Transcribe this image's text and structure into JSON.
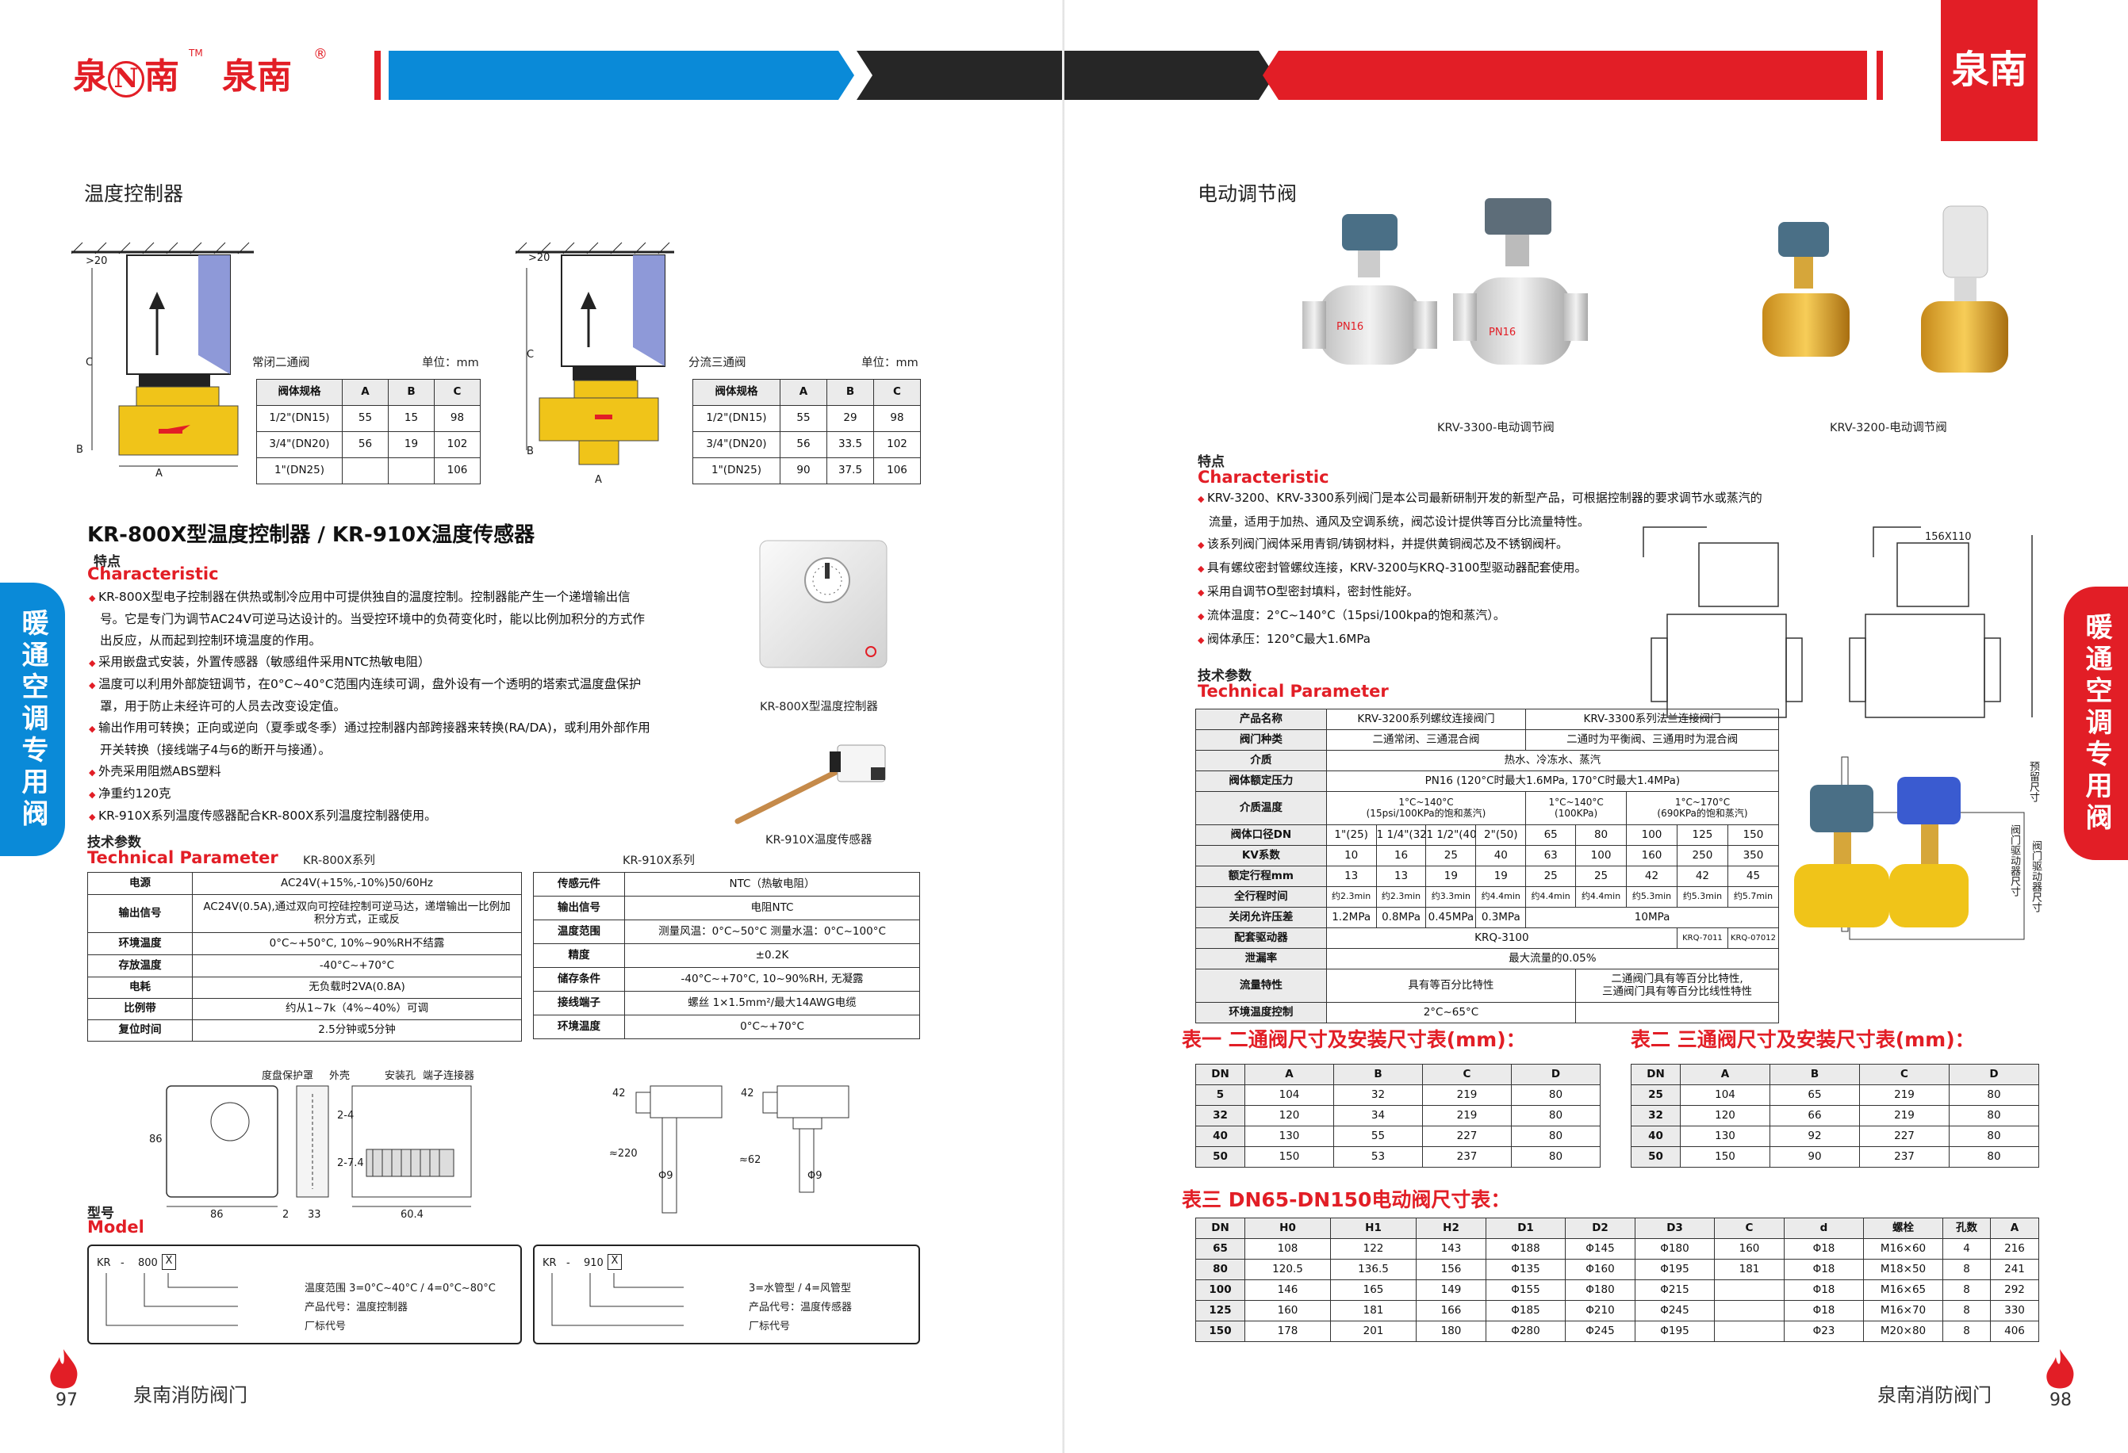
{
  "left": {
    "brand_cn": "泉",
    "brand_cn2": "南",
    "brand_tm": "TM",
    "brand_name": "泉南",
    "brand_r": "®",
    "section_title": "温度控制器",
    "vtab": "暖通空调专用阀",
    "dim_gt20": ">20",
    "dim_c": "C",
    "dim_b": "B",
    "dim_a": "A",
    "t1": {
      "caption": "常闭二通阀",
      "unit": "单位：mm",
      "head": [
        "阀体规格",
        "A",
        "B",
        "C"
      ],
      "rows": [
        [
          "1/2\"(DN15)",
          "55",
          "15",
          "98"
        ],
        [
          "3/4\"(DN20)",
          "56",
          "19",
          "102"
        ],
        [
          "1\"(DN25)",
          "",
          "",
          "106"
        ]
      ]
    },
    "t2": {
      "caption": "分流三通阀",
      "unit": "单位：mm",
      "head": [
        "阀体规格",
        "A",
        "B",
        "C"
      ],
      "rows": [
        [
          "1/2\"(DN15)",
          "55",
          "29",
          "98"
        ],
        [
          "3/4\"(DN20)",
          "56",
          "33.5",
          "102"
        ],
        [
          "1\"(DN25)",
          "90",
          "37.5",
          "106"
        ]
      ]
    },
    "heading": "KR-800X型温度控制器 / KR-910X温度传感器",
    "char_cn": "特点",
    "char_en": "Characteristic",
    "bullets": [
      "KR-800X型电子控制器在供热或制冷应用中可提供独自的温度控制。控制器能产生一个递增输出信号。它是专门为调节AC24V可逆马达设计的。当受控环境中的负荷变化时，能以比例加积分的方式作出反应，从而起到控制环境温度的作用。",
      "采用嵌盘式安装，外置传感器（敏感组件采用NTC热敏电阻）",
      "温度可以利用外部旋钮调节，在0°C~40°C范围内连续可调，盘外设有一个透明的塔索式温度盘保护罩，用于防止未经许可的人员去改变设定值。",
      "输出作用可转换；正向或逆向（夏季或冬季）通过控制器内部跨接器来转换(RA/DA)，或利用外部作用开关转换（接线端子4与6的断开与接通）。",
      "外壳采用阻燃ABS塑料",
      "净重约120克",
      "KR-910X系列温度传感器配合KR-800X系列温度控制器使用。"
    ],
    "photo1_cap": "KR-800X型温度控制器",
    "photo2_cap": "KR-910X温度传感器",
    "tp_cn": "技术参数",
    "tp_en": "Technical Parameter",
    "tp_series1": "KR-800X系列",
    "tp_series2": "KR-910X系列",
    "t3": [
      [
        "电源",
        "AC24V(+15%,-10%)50/60Hz"
      ],
      [
        "输出信号",
        "AC24V(0.5A),通过双向可控硅控制可逆马达，递增输出一比例加积分方式，正或反"
      ],
      [
        "环境温度",
        "0°C~+50°C, 10%~90%RH不结露"
      ],
      [
        "存放温度",
        "-40°C~+70°C"
      ],
      [
        "电耗",
        "无负载时2VA(0.8A)"
      ],
      [
        "比例带",
        "约从1~7k（4%~40%）可调"
      ],
      [
        "复位时间",
        "2.5分钟或5分钟"
      ]
    ],
    "t4": [
      [
        "传感元件",
        "NTC（热敏电阻）"
      ],
      [
        "输出信号",
        "电阻NTC"
      ],
      [
        "温度范围",
        "测量风温：0°C~50°C 测量水温：0°C~100°C"
      ],
      [
        "精度",
        "±0.2K"
      ],
      [
        "储存条件",
        "-40°C~+70°C, 10~90%RH, 无凝露"
      ],
      [
        "接线端子",
        "螺丝 1×1.5mm²/最大14AWG电缆"
      ],
      [
        "环境温度",
        "0°C~+70°C"
      ]
    ],
    "draw_labels": {
      "l1": "度盘保护罩",
      "l2": "外壳",
      "l3": "安装孔",
      "l4": "端子连接器",
      "d86": "86",
      "d86b": "86",
      "d2": "2",
      "d33": "33",
      "d604": "60.4",
      "d24": "2-4",
      "d274": "2-7.4",
      "d42": "42",
      "d220": "≈220",
      "d9": "Φ9",
      "d42b": "42",
      "d62": "≈62",
      "d9b": "Φ9"
    },
    "model_cn": "型号",
    "model_en": "Model",
    "m1": {
      "code": [
        "KR",
        "-",
        "800",
        "X"
      ],
      "lines": [
        "温度范围 3=0°C~40°C / 4=0°C~80°C",
        "产品代号：温度控制器",
        "厂标代号"
      ]
    },
    "m2": {
      "code": [
        "KR",
        "-",
        "910",
        "X"
      ],
      "lines": [
        "3=水管型 / 4=风管型",
        "产品代号：温度传感器",
        "厂标代号"
      ]
    },
    "footer": "泉南消防阀门",
    "page": "97"
  },
  "right": {
    "logo_text": "泉南",
    "section_title": "电动调节阀",
    "vtab": "暖通空调专用阀",
    "prod_cap1": "KRV-3300-电动调节阀",
    "prod_cap2": "KRV-3200-电动调节阀",
    "pn_label": "PN16",
    "char_cn": "特点",
    "char_en": "Characteristic",
    "bullets": [
      "KRV-3200、KRV-3300系列阀门是本公司最新研制开发的新型产品，可根据控制器的要求调节水或蒸汽的流量，适用于加热、通风及空调系统，阀芯设计提供等百分比流量特性。",
      "该系列阀门阀体采用青铜/铸钢材料，并提供黄铜阀芯及不锈钢阀杆。",
      "具有螺纹密封管螺纹连接，KRV-3200与KRQ-3100型驱动器配套使用。",
      "采用自调节O型密封填料，密封性能好。",
      "流体温度：2°C~140°C（15psi/100kpa的饱和蒸汽）。",
      "阀体承压：120°C最大1.6MPa"
    ],
    "tp_cn": "技术参数",
    "tp_en": "Technical Parameter",
    "tech": {
      "name": [
        "产品名称",
        "KRV-3200系列螺纹连接阀门",
        "KRV-3300系列法兰连接阀门"
      ],
      "kind": [
        "阀门种类",
        "二通常闭、三通混合阀",
        "二通时为平衡阀、三通用时为混合阀"
      ],
      "medium": [
        "介质",
        "热水、冷冻水、蒸汽"
      ],
      "pressure": [
        "阀体额定压力",
        "PN16 (120°C时最大1.6MPa, 170°C时最大1.4MPa)"
      ],
      "temp": [
        "介质温度",
        "1°C~140°C",
        "(15psi/100KPa的饱和蒸汽)",
        "1°C~140°C",
        "(100KPa)",
        "1°C~170°C",
        "(690KPa的饱和蒸汽)"
      ],
      "dn": [
        "阀体口径DN",
        "1\"(25)",
        "1 1/4\"(32)",
        "1 1/2\"(40)",
        "2\"(50)",
        "65",
        "80",
        "100",
        "125",
        "150"
      ],
      "kv": [
        "KV系数",
        "10",
        "16",
        "25",
        "40",
        "63",
        "100",
        "160",
        "250",
        "350"
      ],
      "stroke": [
        "额定行程mm",
        "13",
        "13",
        "19",
        "19",
        "25",
        "25",
        "42",
        "42",
        "45"
      ],
      "time": [
        "全行程时间",
        "约2.3min",
        "约2.3min",
        "约3.3min",
        "约4.4min",
        "约4.4min",
        "约4.4min",
        "约5.3min",
        "约5.3min",
        "约5.7min"
      ],
      "close": [
        "关闭允许压差",
        "1.2MPa",
        "0.8MPa",
        "0.45MPa",
        "0.3MPa",
        "10MPa"
      ],
      "driver": [
        "配套驱动器",
        "KRQ-3100",
        "KRQ-7011",
        "KRQ-07012"
      ],
      "leak": [
        "泄漏率",
        "最大流量的0.05%"
      ],
      "flow": [
        "流量特性",
        "具有等百分比特性",
        "二通阀门具有等百分比特性,",
        "三通阀门具有等百分比线性特性"
      ],
      "env": [
        "环境温度控制",
        "2°C~65°C"
      ]
    },
    "tbl1_title": "表一 二通阀尺寸及安装尺寸表(mm)：",
    "tbl1": {
      "head": [
        "DN",
        "A",
        "B",
        "C",
        "D"
      ],
      "rows": [
        [
          "5",
          "104",
          "32",
          "219",
          "80"
        ],
        [
          "32",
          "120",
          "34",
          "219",
          "80"
        ],
        [
          "40",
          "130",
          "55",
          "227",
          "80"
        ],
        [
          "50",
          "150",
          "53",
          "237",
          "80"
        ]
      ]
    },
    "tbl2_title": "表二 三通阀尺寸及安装尺寸表(mm)：",
    "tbl2": {
      "head": [
        "DN",
        "A",
        "B",
        "C",
        "D"
      ],
      "rows": [
        [
          "25",
          "104",
          "65",
          "219",
          "80"
        ],
        [
          "32",
          "120",
          "66",
          "219",
          "80"
        ],
        [
          "40",
          "130",
          "92",
          "227",
          "80"
        ],
        [
          "50",
          "150",
          "90",
          "237",
          "80"
        ]
      ]
    },
    "tbl3_title": "表三 DN65-DN150电动阀尺寸表：",
    "tbl3": {
      "head": [
        "DN",
        "H0",
        "H1",
        "H2",
        "D1",
        "D2",
        "D3",
        "C",
        "d",
        "螺栓",
        "孔数",
        "A"
      ],
      "rows": [
        [
          "65",
          "108",
          "122",
          "143",
          "Φ188",
          "Φ145",
          "Φ180",
          "160",
          "Φ18",
          "M16×60",
          "4",
          "216"
        ],
        [
          "80",
          "120.5",
          "136.5",
          "156",
          "Φ135",
          "Φ160",
          "Φ195",
          "181",
          "Φ18",
          "M18×50",
          "8",
          "241"
        ],
        [
          "100",
          "146",
          "165",
          "149",
          "Φ155",
          "Φ180",
          "Φ215",
          "",
          "Φ18",
          "M16×65",
          "8",
          "292"
        ],
        [
          "125",
          "160",
          "181",
          "166",
          "Φ185",
          "Φ210",
          "Φ245",
          "",
          "Φ18",
          "M16×70",
          "8",
          "330"
        ],
        [
          "150",
          "178",
          "201",
          "180",
          "Φ280",
          "Φ245",
          "Φ195",
          "",
          "Φ23",
          "M20×80",
          "8",
          "406"
        ]
      ]
    },
    "draw_labels": {
      "d156": "156X110",
      "side1": "预留尺寸",
      "side2": "阀门驱动器尺寸",
      "side3": "阀门驱动器尺寸"
    },
    "footer": "泉南消防阀门",
    "page": "98"
  },
  "colors": {
    "red": "#e21e26",
    "blue": "#0a8ad8",
    "dark": "#222222",
    "yellow": "#f0c419",
    "valve_blue": "#4a6f86"
  }
}
